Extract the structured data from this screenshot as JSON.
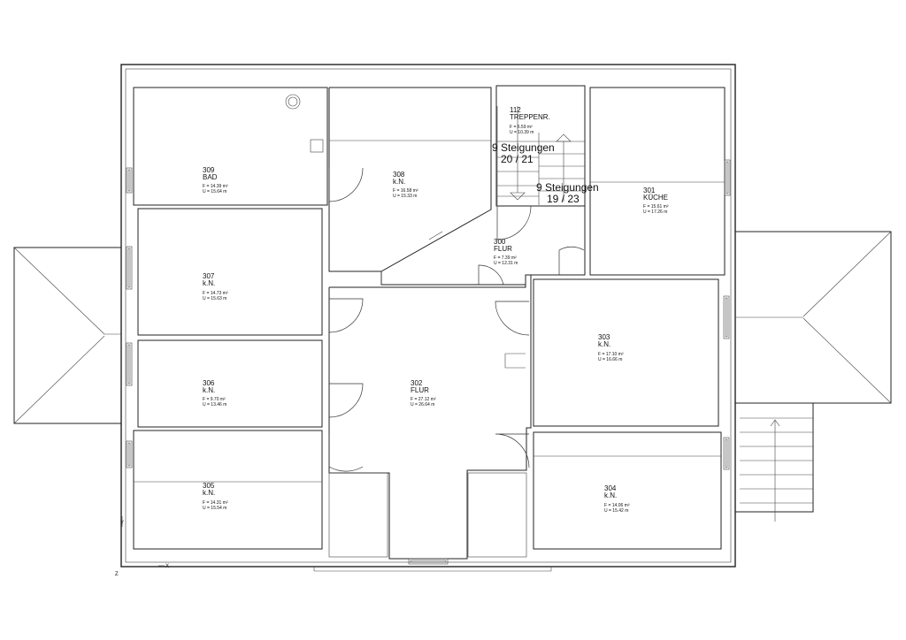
{
  "rooms": {
    "r309": {
      "number": "309",
      "name": "BAD",
      "area": "F = 14.39 m²",
      "perimeter": "U = 15.64 m"
    },
    "r308": {
      "number": "308",
      "name": "k.N.",
      "area": "F = 16.58 m²",
      "perimeter": "U = 15.33 m"
    },
    "r112": {
      "number": "112",
      "name": "TREPPENR.",
      "area": "F = 6.59 m²",
      "perimeter": "U = 10.39 m"
    },
    "r301": {
      "number": "301",
      "name": "KÜCHE",
      "area": "F = 15.61 m²",
      "perimeter": "U = 17.26 m"
    },
    "r300": {
      "number": "300",
      "name": "FLUR",
      "area": "F = 7.39 m²",
      "perimeter": "U = 12.31 m"
    },
    "r307": {
      "number": "307",
      "name": "k.N.",
      "area": "F = 14.73 m²",
      "perimeter": "U = 15.63 m"
    },
    "r303": {
      "number": "303",
      "name": "k.N.",
      "area": "F = 17.10 m²",
      "perimeter": "U = 16.66 m"
    },
    "r306": {
      "number": "306",
      "name": "k.N.",
      "area": "F = 9.70 m²",
      "perimeter": "U = 13.46 m"
    },
    "r302": {
      "number": "302",
      "name": "FLUR",
      "area": "F = 27.12 m²",
      "perimeter": "U = 26.64 m"
    },
    "r305": {
      "number": "305",
      "name": "k.N.",
      "area": "F = 14.31 m²",
      "perimeter": "U = 15.54 m"
    },
    "r304": {
      "number": "304",
      "name": "k.N.",
      "area": "F = 14.06 m²",
      "perimeter": "U = 15.42 m"
    }
  },
  "stairs": {
    "upper": {
      "steps": "9 Steigungen",
      "ratio": "20 / 21"
    },
    "lower": {
      "steps": "9 Steigungen",
      "ratio": "19 / 23"
    }
  },
  "axes": {
    "y": "Y",
    "x": "X",
    "z": "Z"
  }
}
